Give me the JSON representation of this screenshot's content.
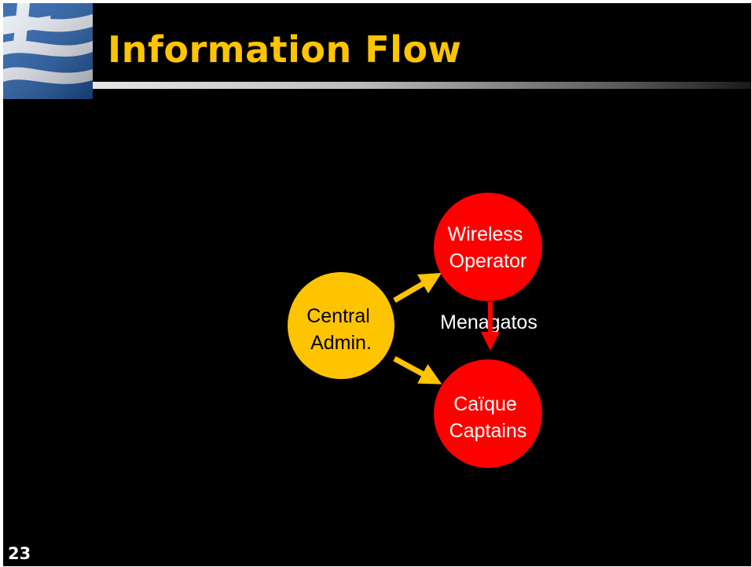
{
  "slide": {
    "title": "Information Flow",
    "page_number": "23"
  },
  "diagram": {
    "nodes": {
      "central_admin": {
        "line1": "Central",
        "line2": "Admin.",
        "color": "#ffc400",
        "text_color": "#000000"
      },
      "wireless_operator": {
        "line1": "Wireless",
        "line2": "Operator",
        "color": "#ff0000",
        "text_color": "#ffffff"
      },
      "caique_captains": {
        "line1": "Caïque",
        "line2": "Captains",
        "color": "#ff0000",
        "text_color": "#ffffff"
      }
    },
    "edges": [
      {
        "from": "Central Admin.",
        "to": "Wireless Operator",
        "color": "#ffc400"
      },
      {
        "from": "Central Admin.",
        "to": "Caïque Captains",
        "color": "#ffc400"
      },
      {
        "from": "Wireless Operator",
        "to": "Caïque Captains",
        "color": "#ff0000",
        "label": "Menagatos"
      }
    ]
  },
  "colors": {
    "background": "#000000",
    "title": "#ffc400",
    "accent_red": "#ff0000",
    "accent_yellow": "#ffc400"
  }
}
